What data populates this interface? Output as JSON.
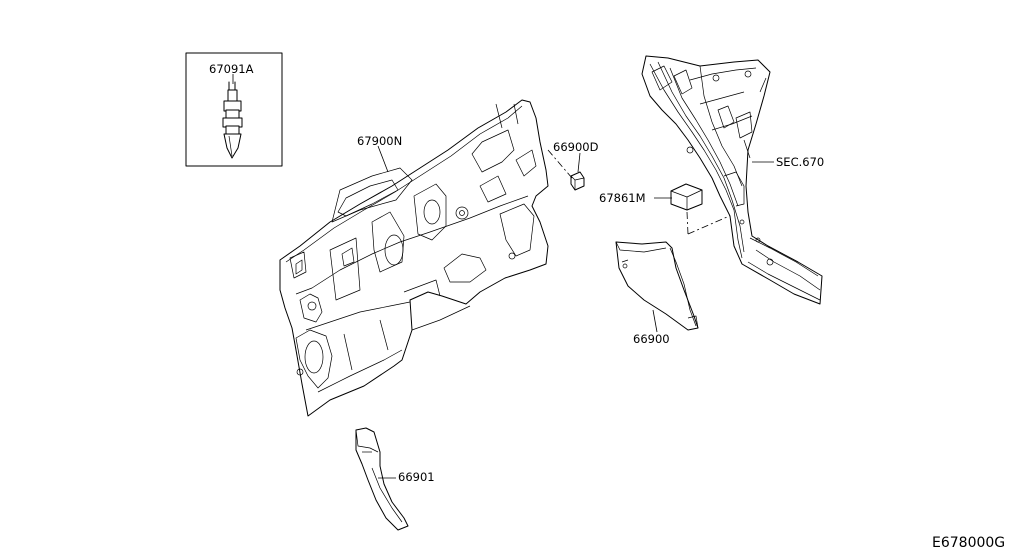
{
  "labels": {
    "part_67091A": "67091A",
    "part_67900N": "67900N",
    "part_66900D": "66900D",
    "part_67861M": "67861M",
    "part_66900": "66900",
    "part_66901": "66901",
    "section_ref": "SEC.670"
  },
  "diagram_code": "E678000G"
}
